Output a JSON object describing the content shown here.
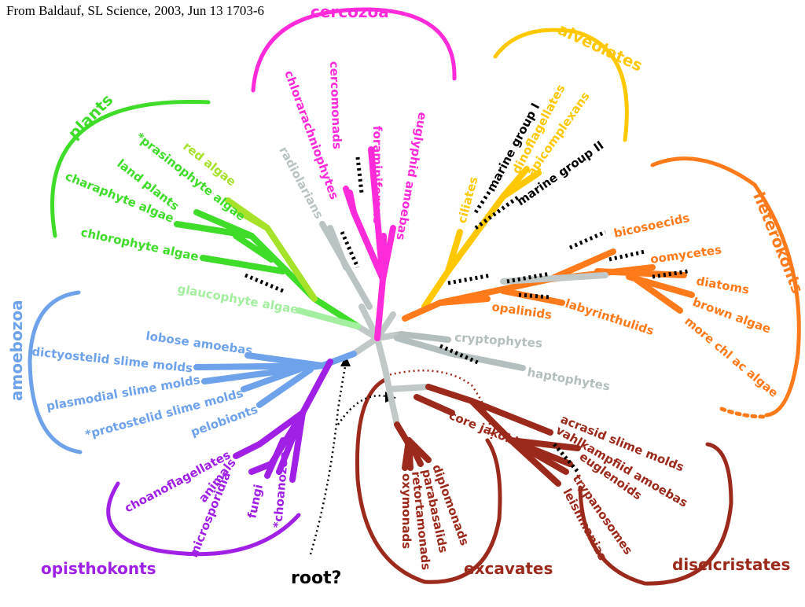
{
  "citation": "From Baldauf, SL Science, 2003, Jun 13 1703-6",
  "colors": {
    "plants": "#3fdc2a",
    "red_algae": "#a6e22a",
    "glauco": "#a4eea0",
    "cercozoa": "#ff2ad9",
    "radiolarians": "#b9c3c3",
    "alveolates": "#ffc800",
    "marine": "#000000",
    "heterokonts": "#ff7a1a",
    "crypto": "#b3bebe",
    "amoebozoa": "#6ea2ea",
    "opisthokonts": "#a020e6",
    "excavates": "#9c2a1c",
    "center": "#c0c8c8"
  },
  "groups": {
    "plants": "plants",
    "cercozoa": "cercozoa",
    "alveolates": "alveolates",
    "heterokonts": "heterokonts",
    "amoebozoa": "amoebozoa",
    "opisthokonts": "opisthokonts",
    "excavates": "excavates",
    "discicristates": "discicristates"
  },
  "root_label": "root?",
  "taxa": {
    "red_algae": "red algae",
    "prasinophyte": "*prasinophyte algae",
    "land_plants": "land plants",
    "charaphyte": "charaphyte algae",
    "chlorophyte": "chlorophyte algae",
    "glaucophyte": "glaucophyte algae",
    "chlorarachniophytes": "chlorarachniophytes",
    "cercomonads": "cercomonads",
    "foraminiferans": "foraminiferans",
    "euglyphid": "euglyphid amoebas",
    "radiolarians": "radiolarians",
    "ciliates": "ciliates",
    "marine1": "marine group I",
    "dinoflagellates": "dinoflagellates",
    "apicomplexans": "apicomplexans",
    "marine2": "marine group II",
    "bicosoecids": "bicosoecids",
    "oomycetes": "oomycetes",
    "diatoms": "diatoms",
    "brown_algae": "brown algae",
    "more_chl": "more chl ac algae",
    "opalinids": "opalinids",
    "labyrinthulids": "labyrinthulids",
    "cryptophytes": "cryptophytes",
    "haptophytes": "haptophytes",
    "lobose": "lobose amoebas",
    "dictyostelid": "dictyostelid slime molds",
    "plasmodial": "plasmodial slime molds",
    "protostelid": "*protostelid slime molds",
    "pelobionts": "pelobionts",
    "choanoflagellates": "choanoflagellates",
    "animals": "animals",
    "microsporidia": "microsporidia",
    "fungi": "fungi",
    "choanozoa": "*choanozoa",
    "core_jakobids": "core jakobids",
    "diplomonads": "diplomonads",
    "parabasalids": "parabasalids",
    "retortamonads": "retortamonads",
    "oxymonads": "oxymonads",
    "acrasid": "acrasid slime molds",
    "vahlkampfiid": "vahlkampfiid amoebas",
    "euglenoids": "euglenoids",
    "trypanosomes": "trypanosomes",
    "leishmanias": "leishmanias"
  }
}
